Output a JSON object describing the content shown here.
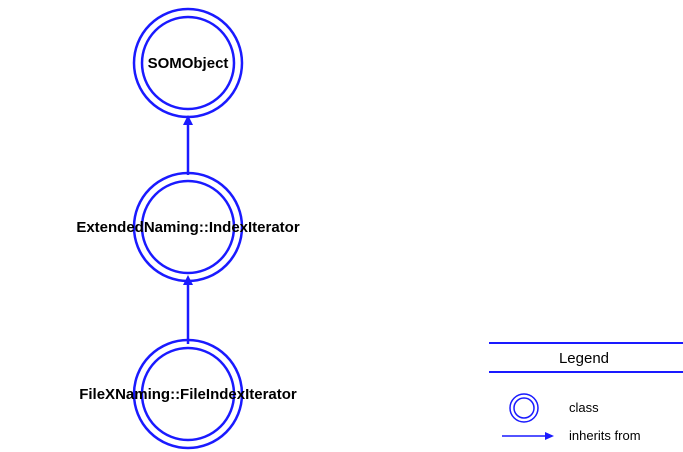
{
  "colors": {
    "stroke": "#1a1aff",
    "text": "#000000",
    "background": "#ffffff"
  },
  "nodes": [
    {
      "label": "SOMObject",
      "shape": "double-circle"
    },
    {
      "label": "ExtendedNaming::IndexIterator",
      "shape": "double-circle"
    },
    {
      "label": "FileXNaming::FileIndexIterator",
      "shape": "double-circle"
    }
  ],
  "edges": [
    {
      "from": "ExtendedNaming::IndexIterator",
      "to": "SOMObject",
      "relation": "inherits from"
    },
    {
      "from": "FileXNaming::FileIndexIterator",
      "to": "ExtendedNaming::IndexIterator",
      "relation": "inherits from"
    }
  ],
  "legend": {
    "title": "Legend",
    "items": [
      {
        "icon": "double-circle-icon",
        "label": "class"
      },
      {
        "icon": "arrow-icon",
        "label": "inherits from"
      }
    ]
  }
}
